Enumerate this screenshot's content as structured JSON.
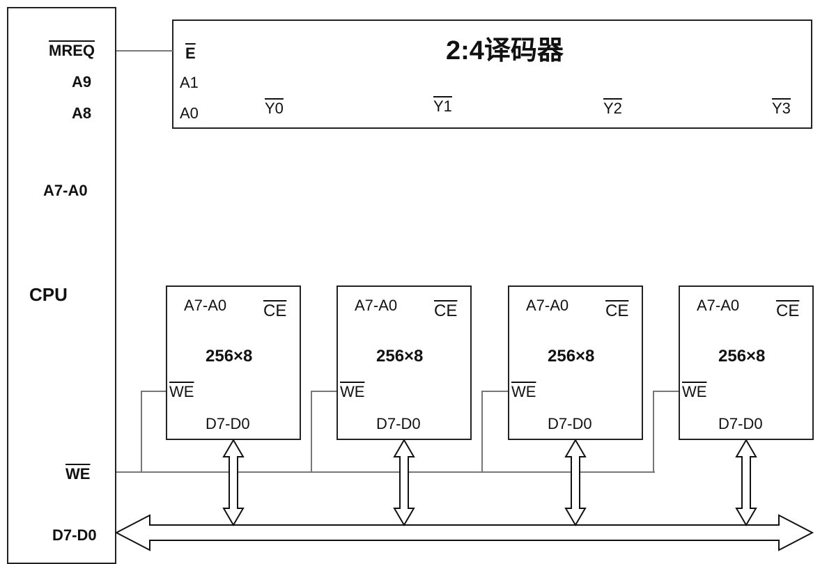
{
  "cpu": {
    "title": "CPU",
    "pins": {
      "mreq": "MREQ",
      "a9": "A9",
      "a8": "A8",
      "addr": "A7-A0",
      "we": "WE",
      "data": "D7-D0"
    }
  },
  "decoder": {
    "title": "2:4译码器",
    "enable": "E",
    "in1": "A1",
    "in0": "A0",
    "outputs": [
      "Y0",
      "Y1",
      "Y2",
      "Y3"
    ]
  },
  "chips": [
    {
      "addr": "A7-A0",
      "ce": "CE",
      "size": "256×8",
      "we": "WE",
      "data": "D7-D0"
    },
    {
      "addr": "A7-A0",
      "ce": "CE",
      "size": "256×8",
      "we": "WE",
      "data": "D7-D0"
    },
    {
      "addr": "A7-A0",
      "ce": "CE",
      "size": "256×8",
      "we": "WE",
      "data": "D7-D0"
    },
    {
      "addr": "A7-A0",
      "ce": "CE",
      "size": "256×8",
      "we": "WE",
      "data": "D7-D0"
    }
  ]
}
